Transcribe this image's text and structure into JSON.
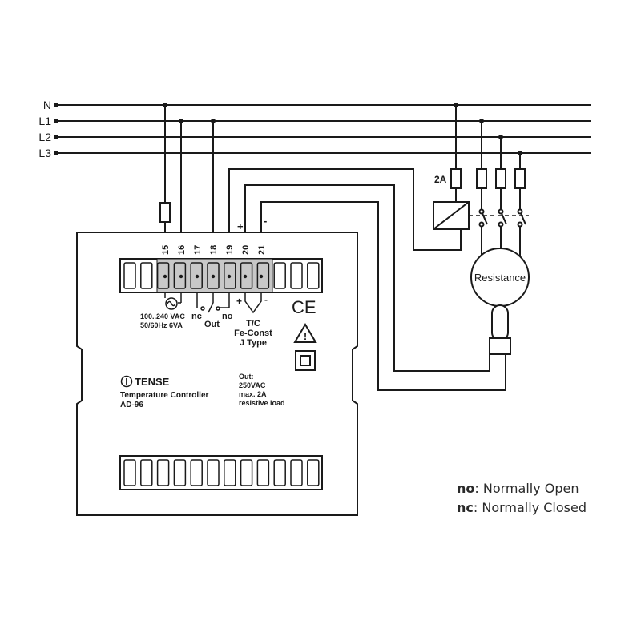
{
  "lines": [
    "N",
    "L1",
    "L2",
    "L3"
  ],
  "terminals": [
    "15",
    "16",
    "17",
    "18",
    "19",
    "20",
    "21"
  ],
  "polarity": {
    "plus": "+",
    "minus": "-"
  },
  "supply": {
    "line1": "100..240 VAC",
    "line2": "50/60Hz 6VA"
  },
  "relay": {
    "nc": "nc",
    "no": "no",
    "out": "Out"
  },
  "thermocouple": {
    "line1": "T/C",
    "line2": "Fe-Const",
    "line3": "J Type"
  },
  "ce_mark": "CE",
  "warning_symbol": "!",
  "brand": "TENSE",
  "device": {
    "name": "Temperature Controller",
    "model": "AD-96"
  },
  "output_rating": {
    "line1": "Out:",
    "line2": "250VAC",
    "line3": "max. 2A",
    "line4": "resistive load"
  },
  "fuse_rating": "2A",
  "load_label": "Resistance",
  "legend": {
    "no_abbr": "no",
    "no_text": ": Normally Open",
    "nc_abbr": "nc",
    "nc_text": ": Normally Closed"
  },
  "colors": {
    "line": "#1a1a1a",
    "terminal_fill": "#c8c8c8",
    "background": "#ffffff"
  }
}
